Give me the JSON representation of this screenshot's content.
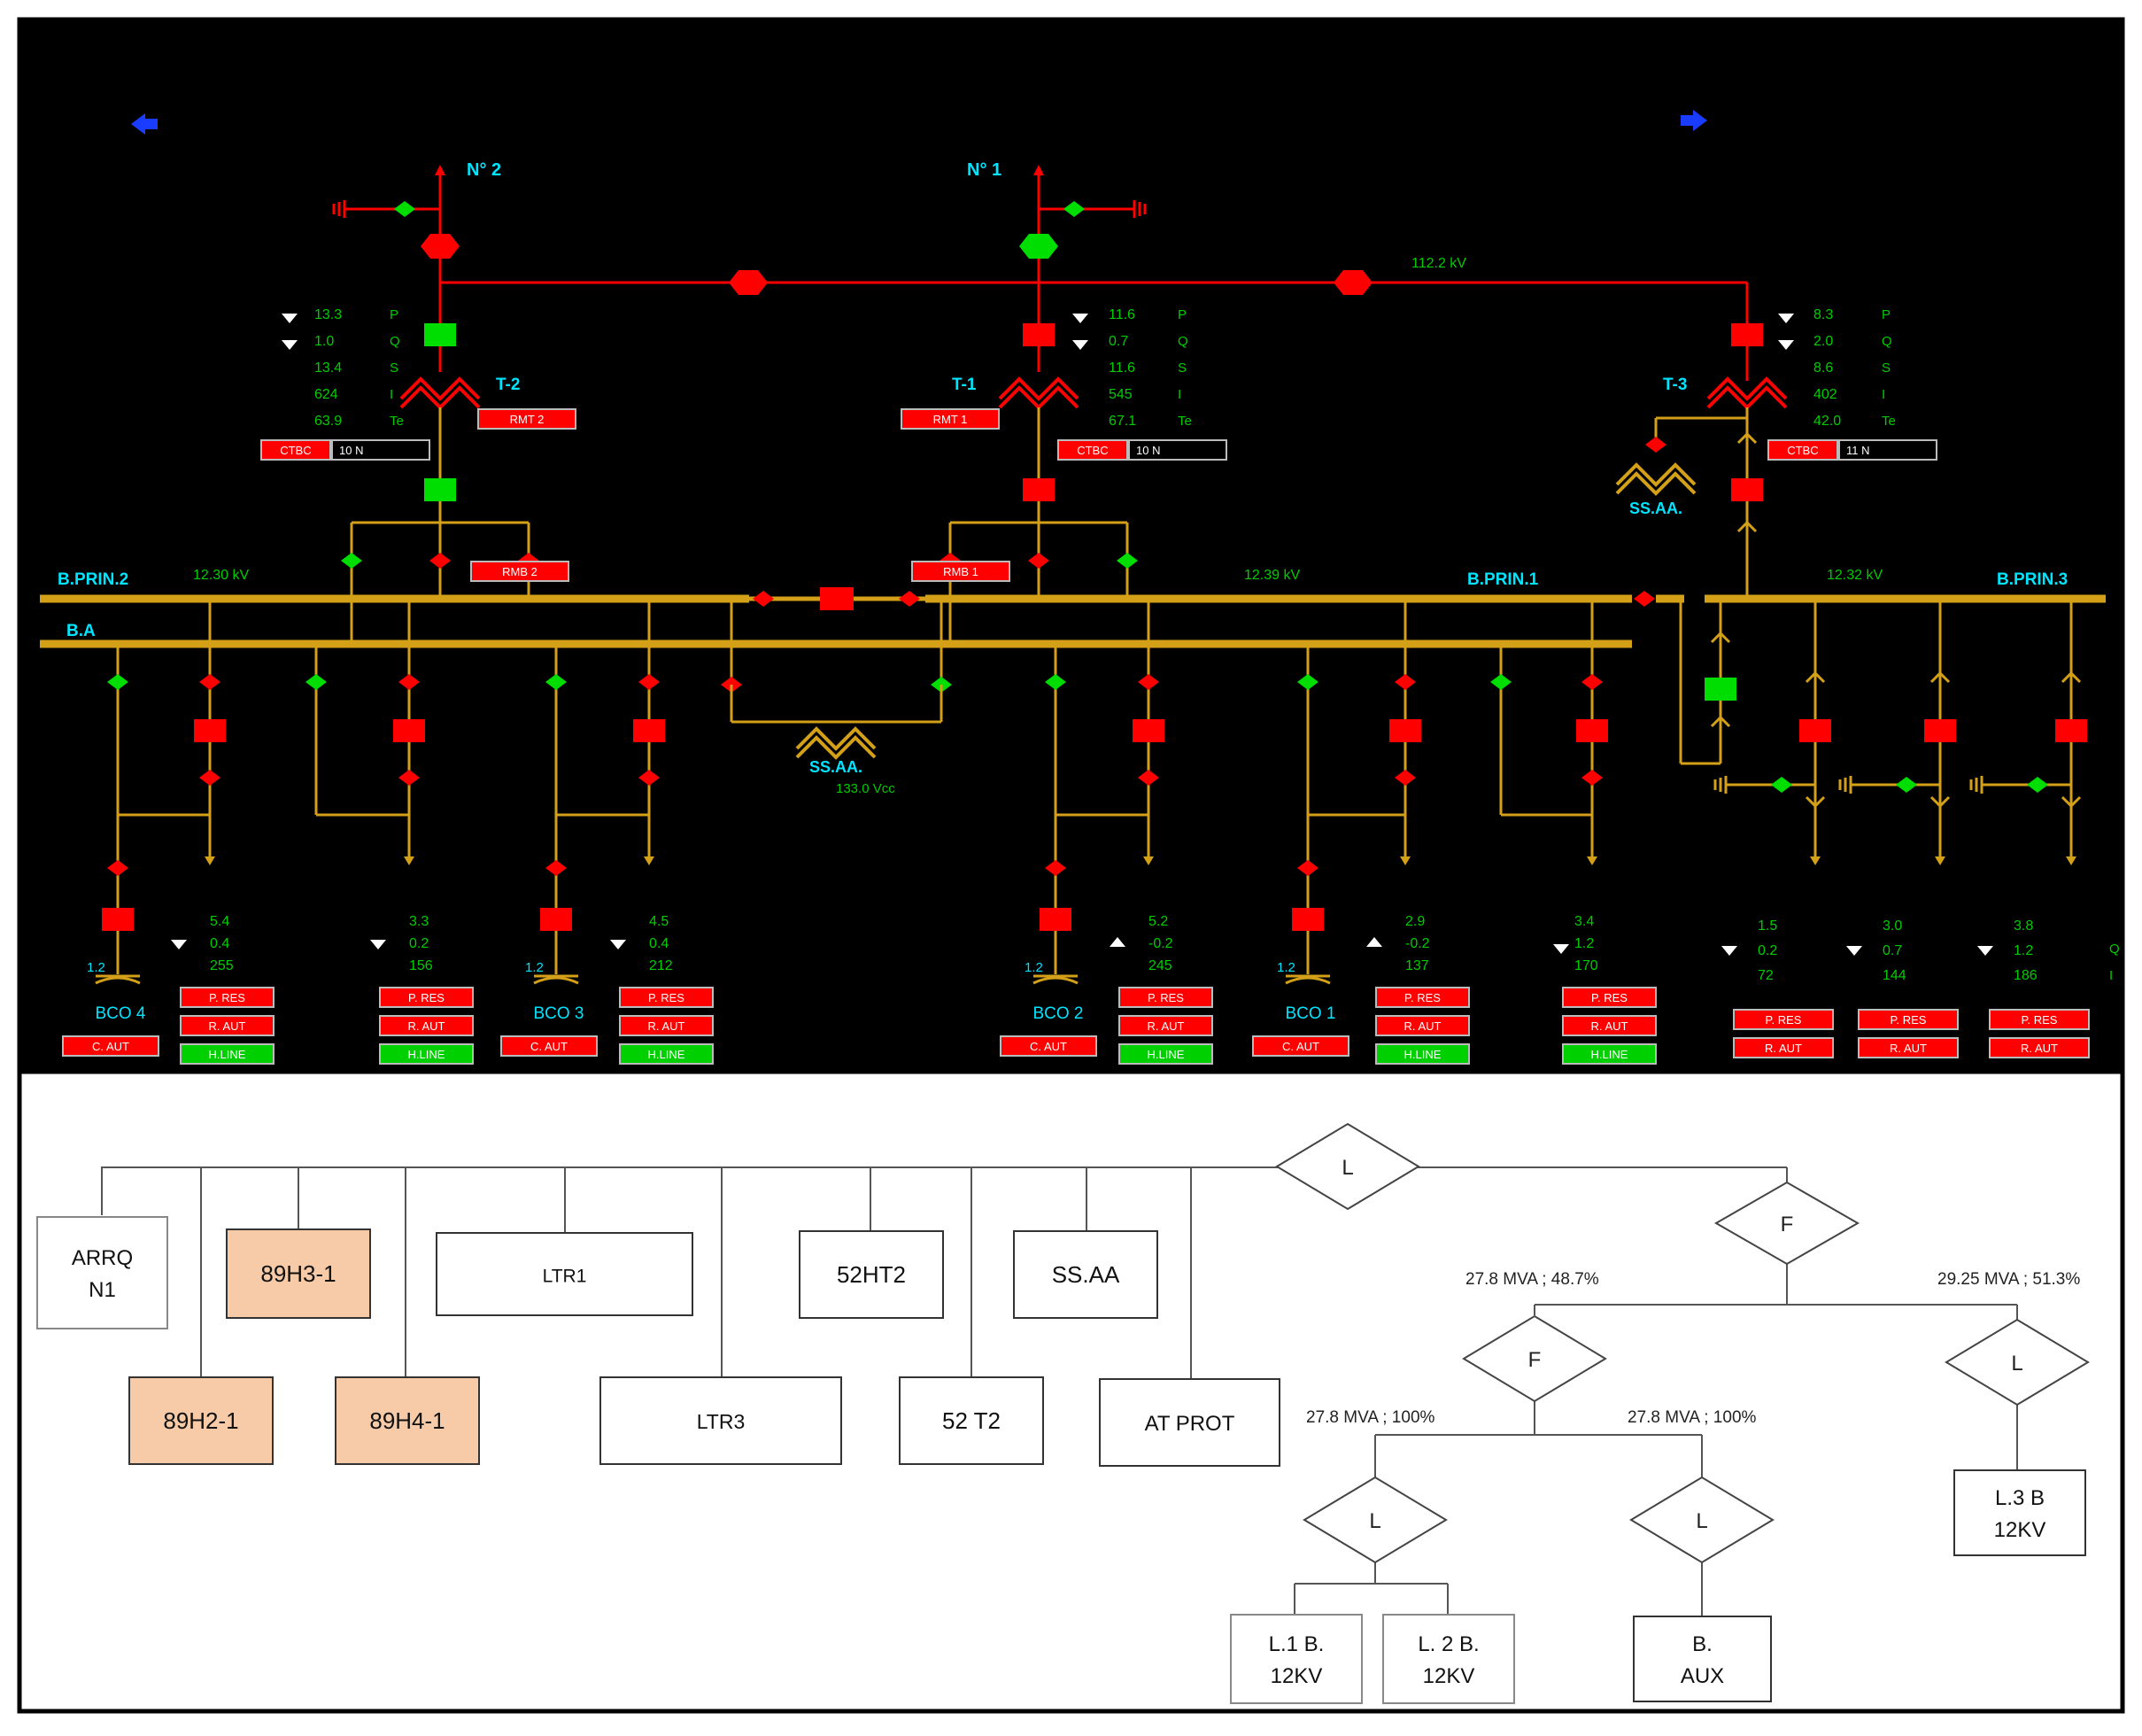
{
  "colors": {
    "background": "#000000",
    "bus": "#d4a017",
    "hv_line": "#ff0000",
    "breaker_closed": "#ff0000",
    "breaker_open": "#00dd00",
    "measure_text": "#00cc00",
    "label_cyan": "#00e5ff",
    "arrow_blue": "#1a3cff",
    "tree_highlight": "#f8cba8"
  },
  "scada": {
    "incomers": [
      {
        "label": "N° 2"
      },
      {
        "label": "N° 1"
      }
    ],
    "hv_bus_kv": "112.2 kV",
    "transformers": [
      {
        "name": "T-2",
        "tag": "RMT 2",
        "values": [
          "13.3",
          "1.0",
          "13.4",
          "624",
          "63.9"
        ],
        "units": [
          "P",
          "Q",
          "S",
          "I",
          "Te"
        ],
        "status1": "CTBC",
        "status2": "10 N"
      },
      {
        "name": "T-1",
        "tag": "RMT 1",
        "values": [
          "11.6",
          "0.7",
          "11.6",
          "545",
          "67.1"
        ],
        "units": [
          "P",
          "Q",
          "S",
          "I",
          "Te"
        ],
        "status1": "CTBC",
        "status2": "10 N"
      },
      {
        "name": "T-3",
        "tag": "",
        "values": [
          "8.3",
          "2.0",
          "8.6",
          "402",
          "42.0"
        ],
        "units": [
          "P",
          "Q",
          "S",
          "I",
          "Te"
        ],
        "status1": "CTBC",
        "status2": "11 N"
      }
    ],
    "buses": [
      {
        "name": "B.PRIN.2",
        "kv": "12.30 kV"
      },
      {
        "name": "B.PRIN.1",
        "kv": "12.39 kV"
      },
      {
        "name": "B.PRIN.3",
        "kv": "12.32 kV"
      },
      {
        "name": "B.A",
        "kv": ""
      }
    ],
    "coupler_tags": [
      "RMB 2",
      "RMB 1"
    ],
    "ssaa": [
      {
        "label": "SS.AA.",
        "sub": ""
      },
      {
        "label": "SS.AA.",
        "sub": "133.0 Vcc"
      }
    ],
    "capacitor_banks": [
      {
        "name": "BCO 4",
        "level": "1.2",
        "button": "C. AUT"
      },
      {
        "name": "BCO 3",
        "level": "1.2",
        "button": "C. AUT"
      },
      {
        "name": "BCO 2",
        "level": "1.2",
        "button": "C. AUT"
      },
      {
        "name": "BCO 1",
        "level": "1.2",
        "button": "C. AUT"
      }
    ],
    "feeders": [
      {
        "values": [
          "5.4",
          "0.4",
          "255"
        ]
      },
      {
        "values": [
          "3.3",
          "0.2",
          "156"
        ]
      },
      {
        "values": [
          "4.5",
          "0.4",
          "212"
        ]
      },
      {
        "values": [
          "5.2",
          "-0.2",
          "245"
        ]
      },
      {
        "values": [
          "2.9",
          "-0.2",
          "137"
        ]
      },
      {
        "values": [
          "3.4",
          "1.2",
          "170"
        ]
      },
      {
        "values": [
          "1.5",
          "0.2",
          "72"
        ]
      },
      {
        "values": [
          "3.0",
          "0.7",
          "144"
        ]
      },
      {
        "values": [
          "3.8",
          "1.2",
          "186"
        ]
      }
    ],
    "feeder_units_last": [
      "Q",
      "I"
    ],
    "feeder_buttons": [
      "P. RES",
      "R. AUT",
      "H.LINE"
    ]
  },
  "tree": {
    "top_gate": "L",
    "leaves_top": [
      "ARRQ N1",
      "89H3-1",
      "LTR1",
      "52HT2",
      "SS.AA"
    ],
    "leaves_bottom": [
      "89H2-1",
      "89H4-1",
      "LTR3",
      "52 T2",
      "AT PROT"
    ],
    "gate_f1": "F",
    "split1_left": "27.8 MVA ; 48.7%",
    "split1_right": "29.25 MVA ; 51.3%",
    "gate_f2": "F",
    "gate_l3b": "L",
    "split2_left": "27.8 MVA ; 100%",
    "split2_right": "27.8 MVA ; 100%",
    "gate_l12": "L",
    "gate_laux": "L",
    "leaf_l1": "L.1 B. 12KV",
    "leaf_l2": "L. 2 B. 12KV",
    "leaf_aux": "B. AUX",
    "leaf_l3": "L.3 B 12KV"
  }
}
